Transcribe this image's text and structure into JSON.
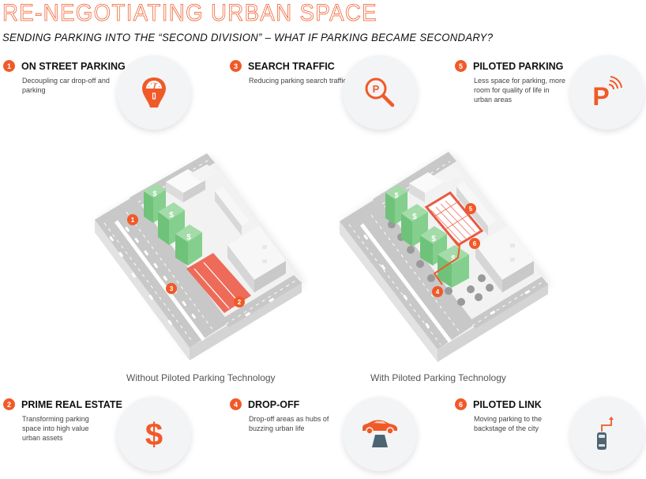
{
  "header": {
    "title": "RE-NEGOTIATING URBAN SPACE",
    "subtitle": "SENDING PARKING INTO THE “SECOND DIVISION” – WHAT IF PARKING BECAME SECONDARY?"
  },
  "colors": {
    "accent": "#f05a28",
    "green_building": "#7dcf85",
    "parking_red": "#ee6b5a",
    "icon_dark": "#4d6570",
    "circle_bg": "#f3f4f6"
  },
  "features": [
    {
      "number": "1",
      "label": "ON STREET PARKING",
      "desc": "Decoupling car drop-off and parking",
      "icon": "parking-meter-icon"
    },
    {
      "number": "2",
      "label": "PRIME REAL ESTATE",
      "desc": "Transforming parking space into high value urban assets",
      "icon": "dollar-icon"
    },
    {
      "number": "3",
      "label": "SEARCH TRAFFIC",
      "desc": "Reducing parking search traffic",
      "icon": "parking-search-icon"
    },
    {
      "number": "4",
      "label": "DROP-OFF",
      "desc": "Drop-off areas as hubs of buzzing urban life",
      "icon": "car-platform-icon"
    },
    {
      "number": "5",
      "label": "PILOTED PARKING",
      "desc": "Less space for parking, more room for quality of life in urban areas",
      "icon": "wireless-parking-icon"
    },
    {
      "number": "6",
      "label": "PILOTED LINK",
      "desc": "Moving parking to the backstage of the city",
      "icon": "car-route-icon"
    }
  ],
  "diagrams": {
    "left": {
      "caption": "Without Piloted Parking Technology",
      "markers": [
        "1",
        "2",
        "3"
      ],
      "building_symbol": "$"
    },
    "right": {
      "caption": "With Piloted Parking Technology",
      "markers": [
        "4",
        "5",
        "6"
      ],
      "building_symbol": "$"
    }
  }
}
